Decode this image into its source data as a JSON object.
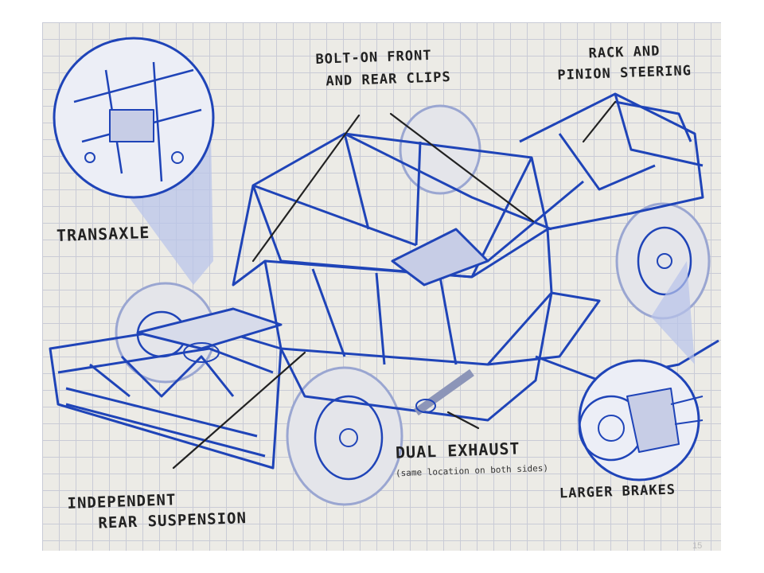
{
  "labels": {
    "front_rear_clips": [
      "BOLT-ON FRONT",
      "AND REAR CLIPS"
    ],
    "rack_pinion": [
      "RACK AND",
      "PINION STEERING"
    ],
    "transaxle": "TRANSAXLE",
    "dual_exhaust": "DUAL EXHAUST",
    "dual_exhaust_note": "(same location on both sides)",
    "larger_brakes": "LARGER BRAKES",
    "rear_suspension": [
      "INDEPENDENT",
      "REAR SUSPENSION"
    ]
  },
  "page_number": "15",
  "colors": {
    "ink": "#1f44b8",
    "paper": "#ecebe6",
    "grid": "#c9cbd6",
    "pen": "#222222"
  }
}
